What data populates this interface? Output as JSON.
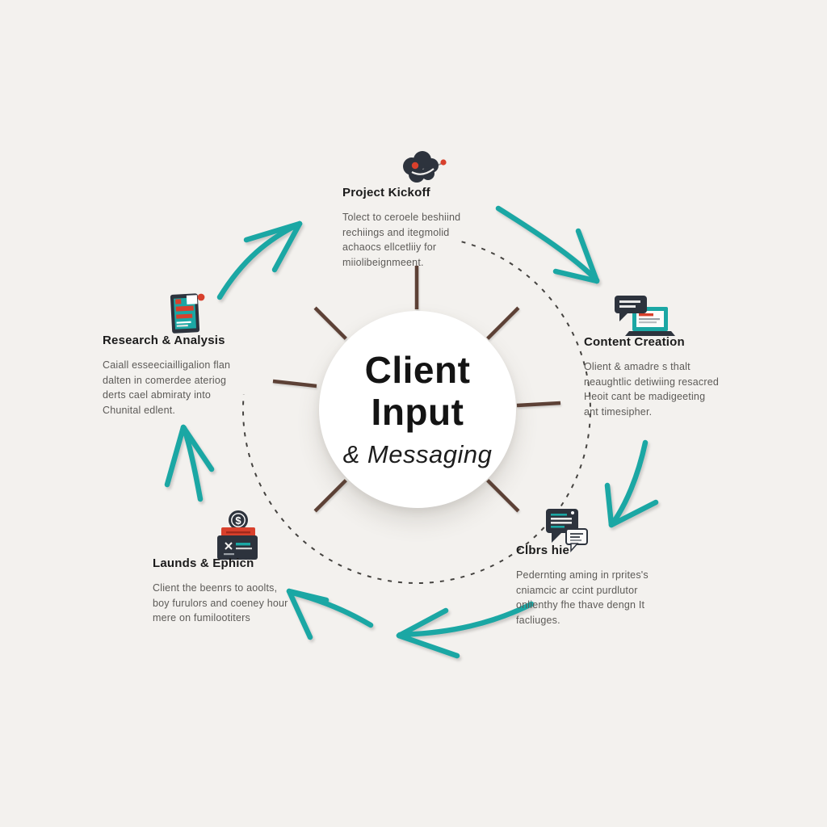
{
  "colors": {
    "bg": "#f3f1ee",
    "teal": "#1ba7a4",
    "brown": "#5d4136",
    "dark": "#2d333d",
    "red": "#d8402c",
    "title": "#1b1b1b",
    "body": "#5c5a57",
    "dash": "#454340"
  },
  "center": {
    "line1": "Client",
    "line2": "Input",
    "line3": "& Messaging"
  },
  "nodes": [
    {
      "title": "Project Kickoff",
      "icon": "megaphone-cloud-icon",
      "description": [
        "Tolect to ceroele beshiind",
        "rechiings and itegmolid",
        "achaocs ellcetliiy for",
        "miiolibeignmeent."
      ]
    },
    {
      "title": "Content Creation",
      "icon": "laptop-chat-icon",
      "description": [
        "Olient & amadre s thalt",
        "neaughtlic detiwiing resacred",
        "Heoit cant be madigeeting",
        "ant timesipher."
      ]
    },
    {
      "title": "Clbrs hie",
      "icon": "chat-bubbles-icon",
      "description": [
        "Pedernting aming in rprites's",
        "cniamcic ar ccint purdlutor",
        "onlienthy fhe thave dengn It",
        "facliuges."
      ]
    },
    {
      "title": "Launds & Ephicn",
      "icon": "cash-register-icon",
      "description": [
        "Client the beenrs to aoolts,",
        "boy furulors and coeney hour",
        "mere on fumilootiters"
      ]
    },
    {
      "title": "Research & Analysis",
      "icon": "tablet-report-icon",
      "description": [
        "Caiall esseeciailligalion flan",
        "dalten in comerdee ateriog",
        "derts cael abmiraty into",
        "Chunital edlent."
      ]
    }
  ]
}
